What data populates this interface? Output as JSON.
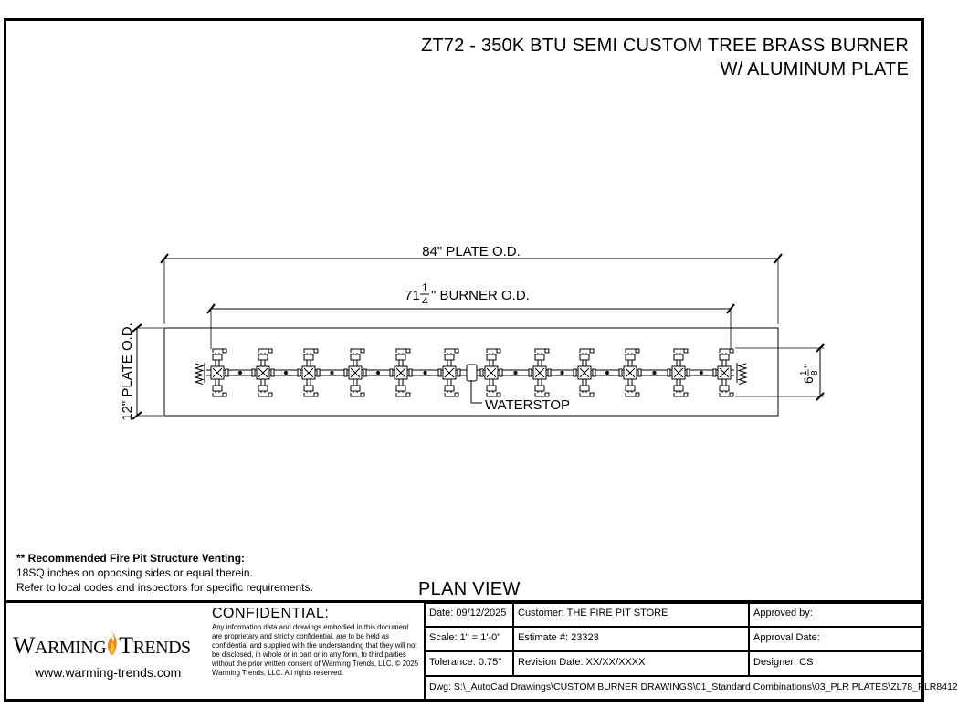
{
  "title": {
    "line1": "ZT72 - 350K BTU SEMI CUSTOM TREE BRASS BURNER",
    "line2": "W/ ALUMINUM PLATE"
  },
  "dimensions": {
    "plate_od": "84\" PLATE O.D.",
    "burner_od_whole": "71",
    "burner_od_num": "1",
    "burner_od_den": "4",
    "burner_od_suffix": "\" BURNER O.D.",
    "plate_width": "12\" PLATE O.D.",
    "height_whole": "6",
    "height_num": "1",
    "height_den": "8",
    "height_suffix": "\"",
    "waterstop": "WATERSTOP"
  },
  "venting": {
    "heading": "** Recommended Fire Pit Structure Venting:",
    "line1": "18SQ inches on opposing sides or equal therein.",
    "line2": "Refer to local codes and inspectors for specific requirements."
  },
  "view_label": "PLAN VIEW",
  "title_block": {
    "logo_w": "W",
    "logo_arming": "ARMING",
    "logo_t": "T",
    "logo_rends": "RENDS",
    "website": "www.warming-trends.com",
    "confidential_title": "CONFIDENTIAL:",
    "confidential_text": "Any information data and drawings embodied in this document are proprietary and strictly confidential, are to be held as confidential and supplied with the understanding that they will not be disclosed, in whole or in part or in any form, to third parties without the prior written consent of Warming Trends, LLC. © 2025 Warming Trends, LLC. All rights reserved.",
    "date_label": "Date:",
    "date_value": "09/12/2025",
    "scale_label": "Scale:",
    "scale_value": "1\" = 1'-0\"",
    "tolerance_label": "Tolerance:",
    "tolerance_value": "0.75\"",
    "customer_label": "Customer:",
    "customer_value": "THE FIRE PIT STORE",
    "estimate_label": "Estimate #:",
    "estimate_value": "23323",
    "revision_label": "Revision Date:",
    "revision_value": "XX/XX/XXXX",
    "approved_by_label": "Approved by:",
    "approval_date_label": "Approval Date:",
    "designer_label": "Designer:",
    "designer_value": "CS",
    "dwg_label": "Dwg:",
    "dwg_value": "S:\\_AutoCad Drawings\\CUSTOM BURNER DRAWINGS\\01_Standard Combinations\\03_PLR PLATES\\ZL78_PLR8412"
  },
  "colors": {
    "line": "#000000",
    "flame_orange": "#e8891a",
    "flame_yellow": "#f6c23a"
  }
}
